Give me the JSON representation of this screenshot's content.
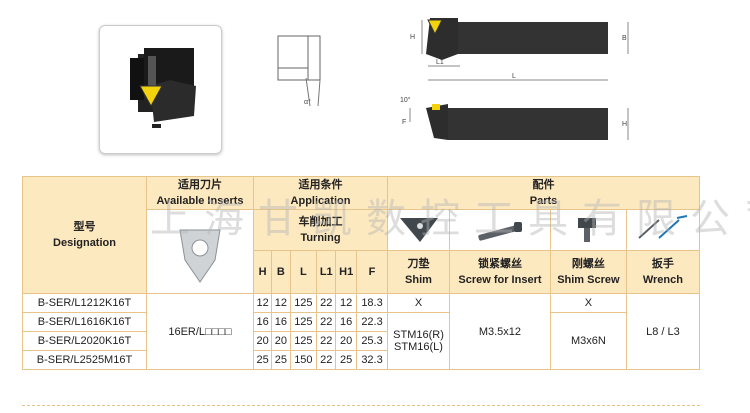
{
  "watermark": "上海甘凯数控工具有限公司",
  "headers": {
    "designation_cn": "型号",
    "designation_en": "Designation",
    "insert_cn": "适用刀片",
    "insert_en": "Available Inserts",
    "application_cn": "适用条件",
    "application_en": "Application",
    "turning_cn": "车削加工",
    "turning_en": "Turning",
    "parts_cn": "配件",
    "parts_en": "Parts",
    "dims": [
      "H",
      "B",
      "L",
      "L1",
      "H1",
      "F"
    ],
    "shim_cn": "刀垫",
    "shim_en": "Shim",
    "screw_insert_cn": "锁紧螺丝",
    "screw_insert_en": "Screw for Insert",
    "shim_screw_cn": "刚螺丝",
    "shim_screw_en": "Shim Screw",
    "wrench_cn": "扳手",
    "wrench_en": "Wrench"
  },
  "rows": [
    {
      "designation": "B-SER/L1212K16T",
      "dims": [
        "12",
        "12",
        "125",
        "22",
        "12",
        "18.3"
      ]
    },
    {
      "designation": "B-SER/L1616K16T",
      "dims": [
        "16",
        "16",
        "125",
        "22",
        "16",
        "22.3"
      ]
    },
    {
      "designation": "B-SER/L2020K16T",
      "dims": [
        "20",
        "20",
        "125",
        "22",
        "20",
        "25.3"
      ]
    },
    {
      "designation": "B-SER/L2525M16T",
      "dims": [
        "25",
        "25",
        "150",
        "22",
        "25",
        "32.3"
      ]
    }
  ],
  "insert_value": "16ER/L□□□□",
  "shim_row1": "X",
  "shim_rows_rest_1": "STM16(R)",
  "shim_rows_rest_2": "STM16(L)",
  "screw_insert_value": "M3.5x12",
  "shim_screw_row1": "X",
  "shim_screw_rest": "M3x6N",
  "wrench_value": "L8 / L3",
  "drawing_labels": {
    "h1": "H",
    "b": "B",
    "h": "H",
    "l1": "L1",
    "l": "L",
    "f": "F",
    "angle": "10°",
    "deg": "α°"
  }
}
